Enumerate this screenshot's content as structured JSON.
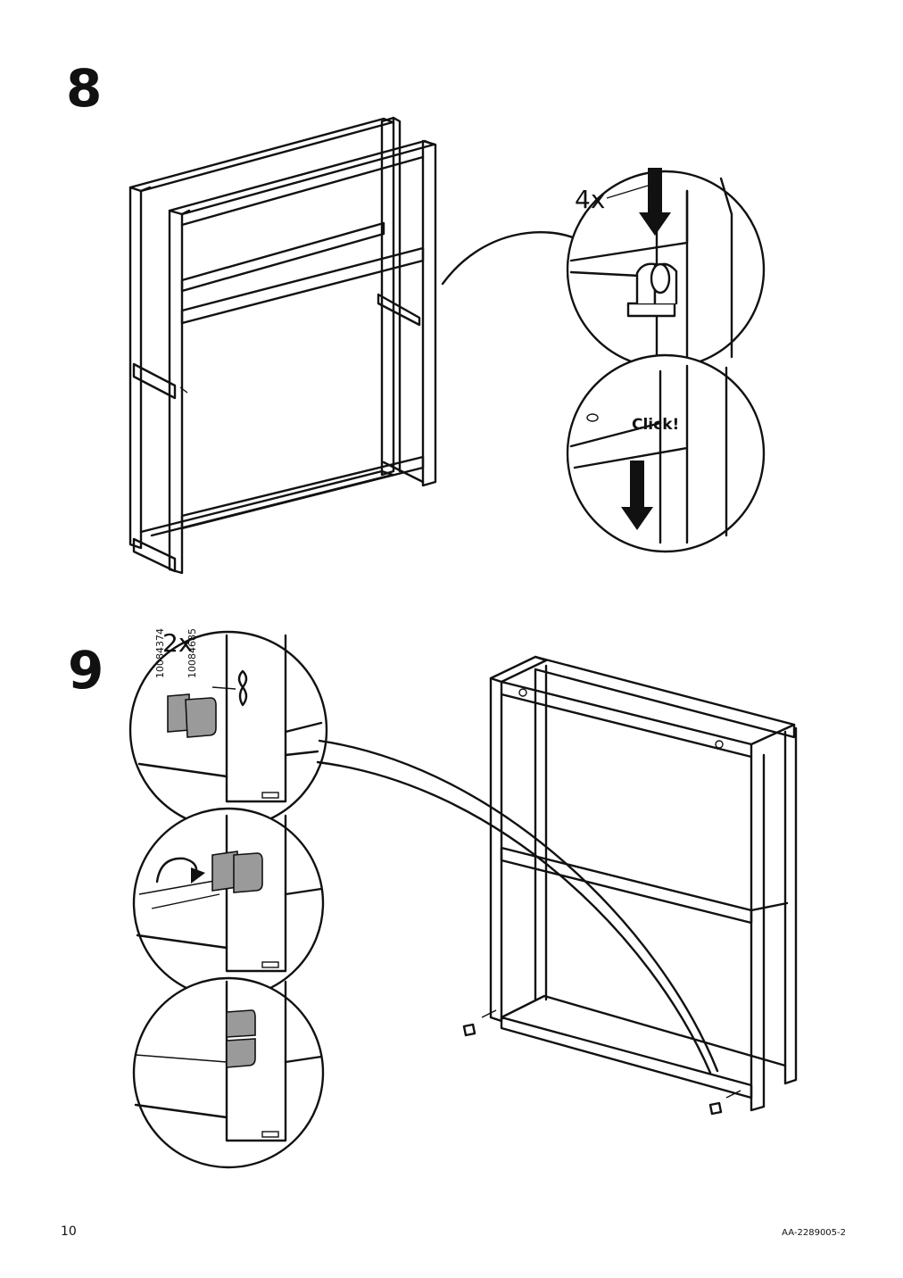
{
  "steps": [
    {
      "number": "8",
      "quantity": "4x",
      "callout": "Click!"
    },
    {
      "number": "9",
      "quantity": "2x",
      "article_numbers": [
        "10084374",
        "10084685"
      ]
    }
  ],
  "footer": {
    "page_number": "10",
    "document_id": "AA-2289005-2"
  }
}
